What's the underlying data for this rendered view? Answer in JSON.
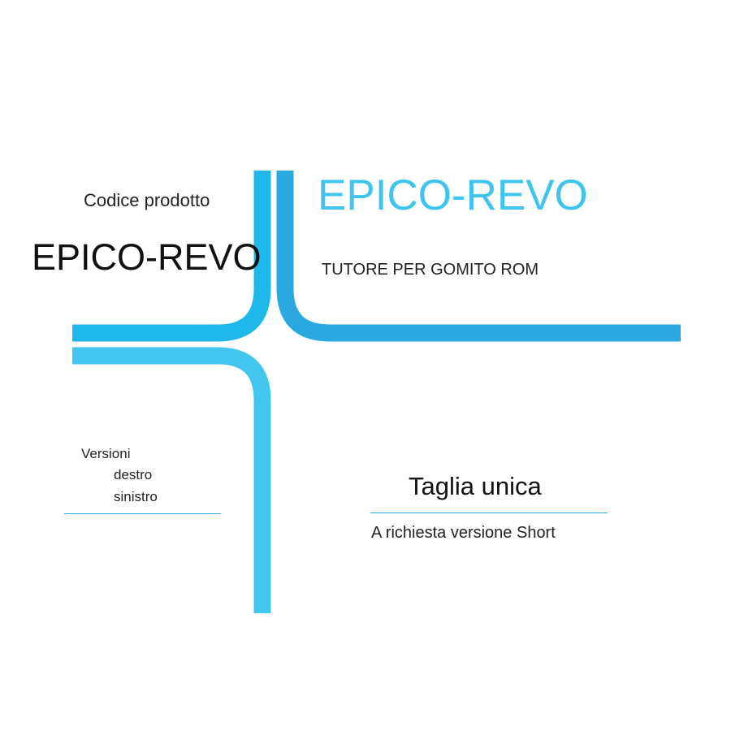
{
  "left": {
    "code_label": "Codice prodotto",
    "code_value": "EPICO-REVO",
    "versions_label": "Versioni",
    "version_right": "destro",
    "version_left": "sinistro"
  },
  "right": {
    "product_name": "EPICO-REVO",
    "product_description": "TUTORE PER GOMITO ROM",
    "size": "Taglia unica",
    "size_note": "A richiesta versione Short"
  },
  "colors": {
    "band_top_left": "#1fb8ea",
    "band_top_right": "#29a9e0",
    "band_bottom_left": "#42c6f0",
    "title_blue": "#3ec4ee",
    "rule": "#2aa8de"
  }
}
